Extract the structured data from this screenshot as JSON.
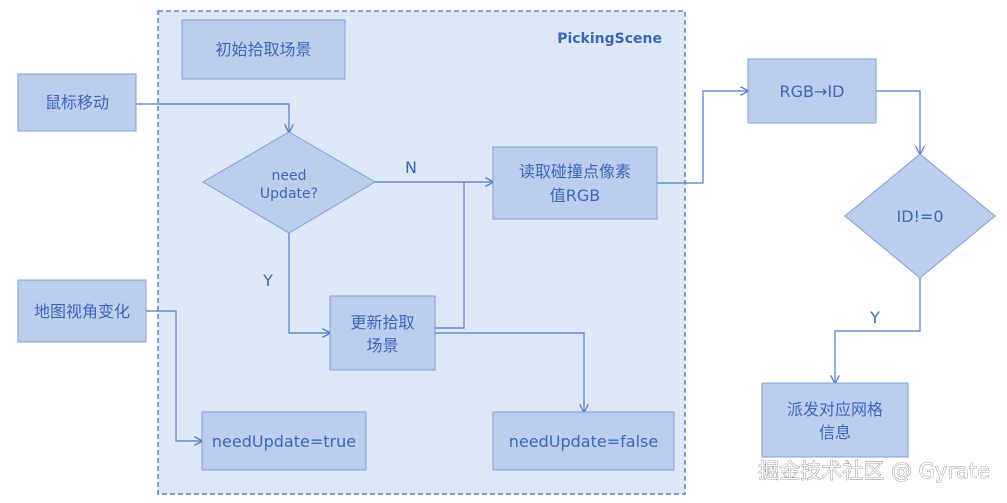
{
  "diagram": {
    "container_label": "PickingScene",
    "nodes": {
      "init_scene": "初始拾取场景",
      "mouse_move": "鼠标移动",
      "need_update": [
        "need",
        "Update?"
      ],
      "read_pixel": [
        "读取碰撞点像素",
        "值RGB"
      ],
      "view_change": "地图视角变化",
      "update_scene": [
        "更新拾取",
        "场景"
      ],
      "set_true": "needUpdate=true",
      "set_false": "needUpdate=false",
      "rgb_to_id": "RGB→ID",
      "id_check": "ID!=0",
      "dispatch": [
        "派发对应网格",
        "信息"
      ]
    },
    "edge_labels": {
      "no": "N",
      "yes_update": "Y",
      "yes_dispatch": "Y"
    }
  },
  "watermark": "掘金技术社区 @ Gyrate",
  "colors": {
    "container_fill": "#dde7f6",
    "container_border": "#5b82c8",
    "node_fill": "#bdcded",
    "node_border": "#7da0d8",
    "edge": "#4e7ac7",
    "text": "#3d67b8"
  }
}
